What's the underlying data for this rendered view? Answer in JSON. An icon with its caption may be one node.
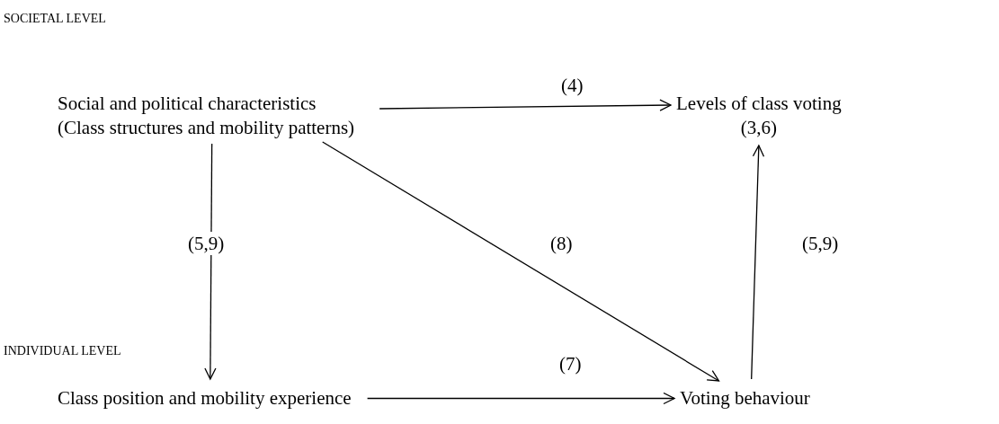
{
  "diagram": {
    "nodes": [
      {
        "text": [
          "Social and political characteristics",
          "(Class structures and mobility patterns)"
        ]
      },
      {
        "text": [
          "Levels of class voting",
          "(3,6)"
        ]
      },
      {
        "text": [
          "Class position and mobility experience"
        ]
      },
      {
        "text": [
          "Voting behaviour"
        ]
      }
    ],
    "edges": [
      {
        "from": 0,
        "to": 1,
        "arrow": "to",
        "label": "(4)"
      },
      {
        "from": 0,
        "to": 2,
        "arrow": "to",
        "label": "(5,9)"
      },
      {
        "from": 0,
        "to": 3,
        "arrow": "to",
        "label": "(8)"
      },
      {
        "from": 2,
        "to": 3,
        "arrow": "to",
        "label": "(7)"
      },
      {
        "from": 3,
        "to": 1,
        "arrow": "to",
        "label": "(5,9)"
      }
    ],
    "labels": [
      "SOCIETAL LEVEL",
      "INDIVIDUAL LEVEL"
    ]
  }
}
